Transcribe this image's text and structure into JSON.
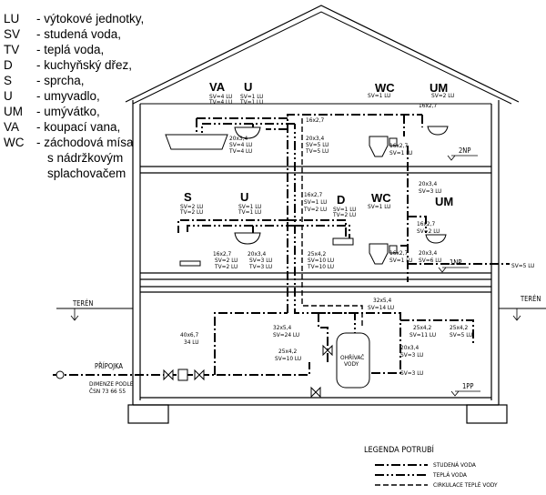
{
  "abbreviations": [
    {
      "code": "LU",
      "desc": "- výtokové jednotky,"
    },
    {
      "code": "SV",
      "desc": "- studená voda,"
    },
    {
      "code": "TV",
      "desc": "- teplá voda,"
    },
    {
      "code": "D",
      "desc": "- kuchyňský dřez,"
    },
    {
      "code": "S",
      "desc": "- sprcha,"
    },
    {
      "code": "U",
      "desc": "- umyvadlo,"
    },
    {
      "code": "UM",
      "desc": "- umývátko,"
    },
    {
      "code": "VA",
      "desc": "- koupací vana,"
    },
    {
      "code": "WC",
      "desc": "- záchodová mísa"
    }
  ],
  "wc_continuation": [
    "s nádržkovým",
    "splachovačem"
  ],
  "floors": {
    "second": "2NP",
    "first": "1NP",
    "basement": "1PP"
  },
  "terrain": {
    "left": "TERÉN",
    "right": "TERÉN"
  },
  "rooms_2np": {
    "va": {
      "name": "VA",
      "l1": "SV=4 LU",
      "l2": "TV=4 LU"
    },
    "u": {
      "name": "U",
      "l1": "SV=1 LU",
      "l2": "TV=1 LU"
    },
    "wc": {
      "name": "WC",
      "l1": "SV=1 LU"
    },
    "um": {
      "name": "UM",
      "l1": "SV=2 LU"
    }
  },
  "rooms_1np": {
    "s": {
      "name": "S",
      "l1": "SV=2 LU",
      "l2": "TV=2 LU"
    },
    "u": {
      "name": "U",
      "l1": "SV=1 LU",
      "l2": "TV=1 LU"
    },
    "d": {
      "name": "D",
      "l1": "SV=1 LU",
      "l2": "TV=2 LU"
    },
    "wc": {
      "name": "WC",
      "l1": "SV=1 LU"
    },
    "um": {
      "name": "UM"
    }
  },
  "pipe_labels": {
    "p1": "16x2,7",
    "p2a": "20x3,4",
    "p2b": "SV=4 LU",
    "p2c": "TV=4 LU",
    "p3a": "20x3,4",
    "p3b": "SV=5 LU",
    "p3c": "TV=5 LU",
    "p4a": "16x2,7",
    "p4b": "SV=1 LU",
    "p5": "16x2,7",
    "p6a": "20x3,4",
    "p6b": "SV=3 LU",
    "p7a": "16x2,7",
    "p7b": "SV=1 LU",
    "p7c": "TV=2 LU",
    "p8a": "16x2,7",
    "p8b": "SV=2 LU",
    "p9a": "16x2,7",
    "p9b": "SV=2 LU",
    "p9c": "TV=2 LU",
    "p10a": "20x3,4",
    "p10b": "SV=3 LU",
    "p10c": "TV=3 LU",
    "p11a": "25x4,2",
    "p11b": "SV=10 LU",
    "p11c": "TV=10 LU",
    "p12a": "16x2,7",
    "p12b": "SV=1 LU",
    "p13a": "20x3,4",
    "p13b": "SV=6 LU",
    "p14": "SV=5 LU",
    "p15a": "32x5,4",
    "p15b": "SV=14 LU",
    "p16a": "40x6,7",
    "p16b": "34 LU",
    "p17a": "32x5,4",
    "p17b": "SV=24 LU",
    "p18a": "25x4,2",
    "p18b": "SV=10 LU",
    "p19a": "25x4,2",
    "p19b": "SV=11 LU",
    "p20a": "25x4,2",
    "p20b": "SV=5 LU",
    "p21a": "20x3,4",
    "p21b": "SV=3 LU",
    "p22": "SV=3 LU"
  },
  "heater": [
    "OHŘÍVAČ",
    "VODY"
  ],
  "connection": {
    "title": "PŘÍPOJKA",
    "l1": "DIMENZE PODLE",
    "l2": "ČSN  73 66 55"
  },
  "legend": {
    "title": "LEGENDA POTRUBÍ",
    "items": [
      "STUDENÁ VODA",
      "TEPLÁ VODA",
      "CIRKULACE TEPLÉ VODY"
    ]
  }
}
